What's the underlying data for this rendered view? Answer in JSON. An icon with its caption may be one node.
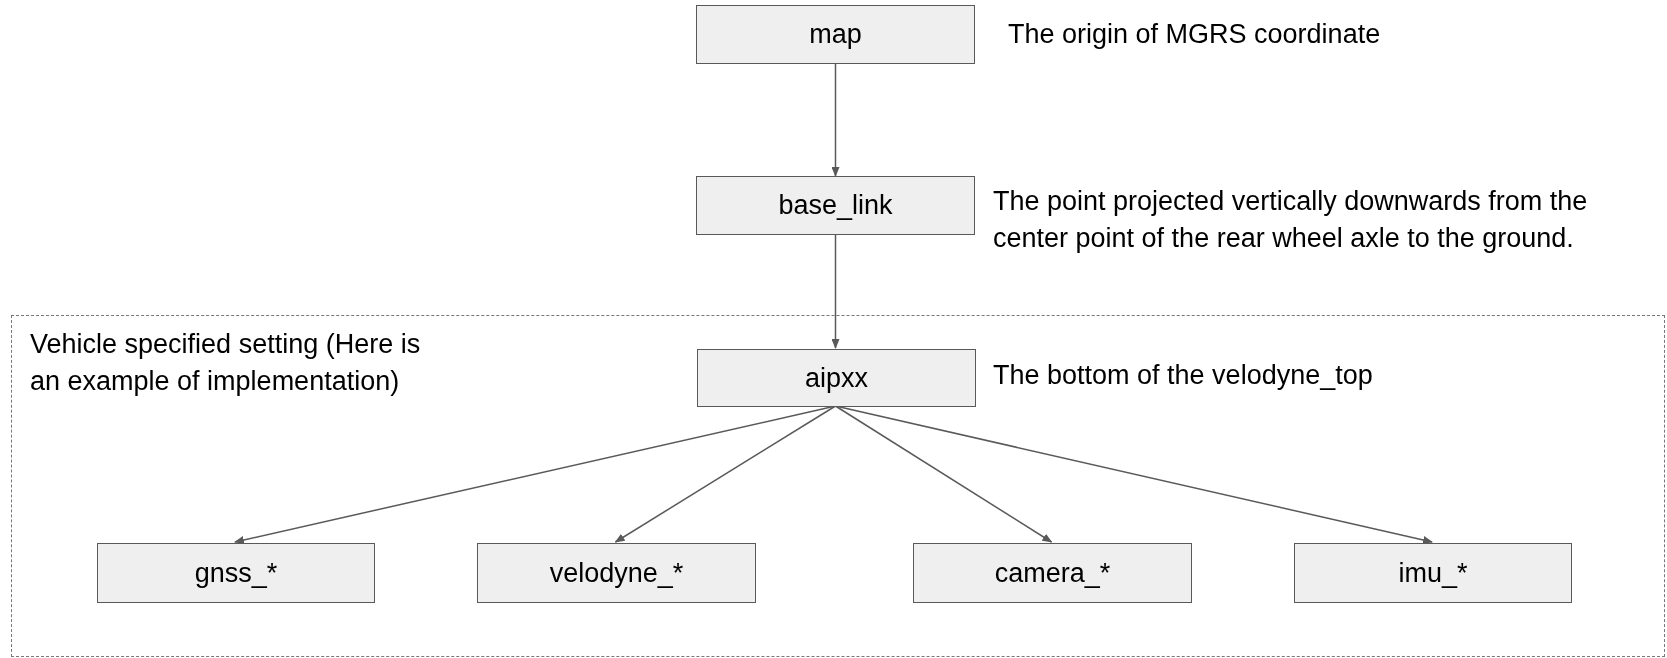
{
  "diagram": {
    "nodes": [
      {
        "text": [
          "map"
        ],
        "beside": [
          "The origin of MGRS coordinate"
        ]
      },
      {
        "text": [
          "base_link"
        ],
        "beside": [
          "The point projected vertically downwards from the center point of the rear wheel axle to the ground."
        ]
      },
      {
        "text": [
          "Vehicle specified setting (Here is an example of implementation)"
        ]
      },
      {
        "text": [
          "aipxx"
        ],
        "in": 2,
        "beside": [
          "The bottom of the velodyne_top"
        ]
      },
      {
        "text": [
          "gnss_*"
        ],
        "in": 2
      },
      {
        "text": [
          "velodyne_*"
        ],
        "in": 2
      },
      {
        "text": [
          "camera_*"
        ],
        "in": 2
      },
      {
        "text": [
          "imu_*"
        ],
        "in": 2
      }
    ],
    "edges": [
      {
        "from": 0,
        "to": 1,
        "arrow": "to"
      },
      {
        "from": 1,
        "to": 3,
        "arrow": "to"
      },
      {
        "from": 3,
        "to": 4,
        "arrow": "to"
      },
      {
        "from": 3,
        "to": 5,
        "arrow": "to"
      },
      {
        "from": 3,
        "to": 6,
        "arrow": "to"
      },
      {
        "from": 3,
        "to": 7,
        "arrow": "to"
      }
    ]
  }
}
